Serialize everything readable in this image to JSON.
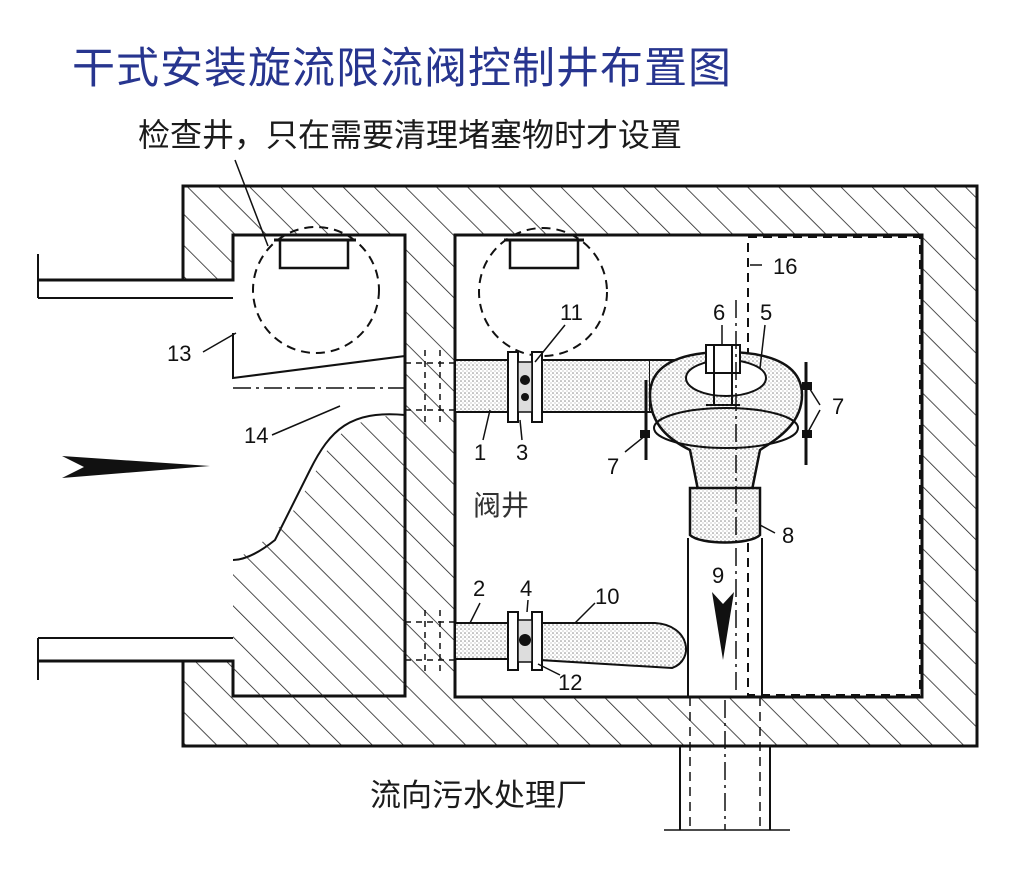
{
  "title": "干式安装旋流限流阀控制井布置图",
  "note": "检查井，只在需要清理堵塞物时才设置",
  "valve_chamber_label": "阀井",
  "outflow_label": "流向污水处理厂",
  "callouts": [
    "1",
    "2",
    "3",
    "4",
    "5",
    "6",
    "7",
    "7",
    "8",
    "9",
    "10",
    "11",
    "12",
    "13",
    "14",
    "16"
  ],
  "colors": {
    "title": "#27358f",
    "line": "#111111",
    "pipe_fill": "#e9e9e9"
  }
}
